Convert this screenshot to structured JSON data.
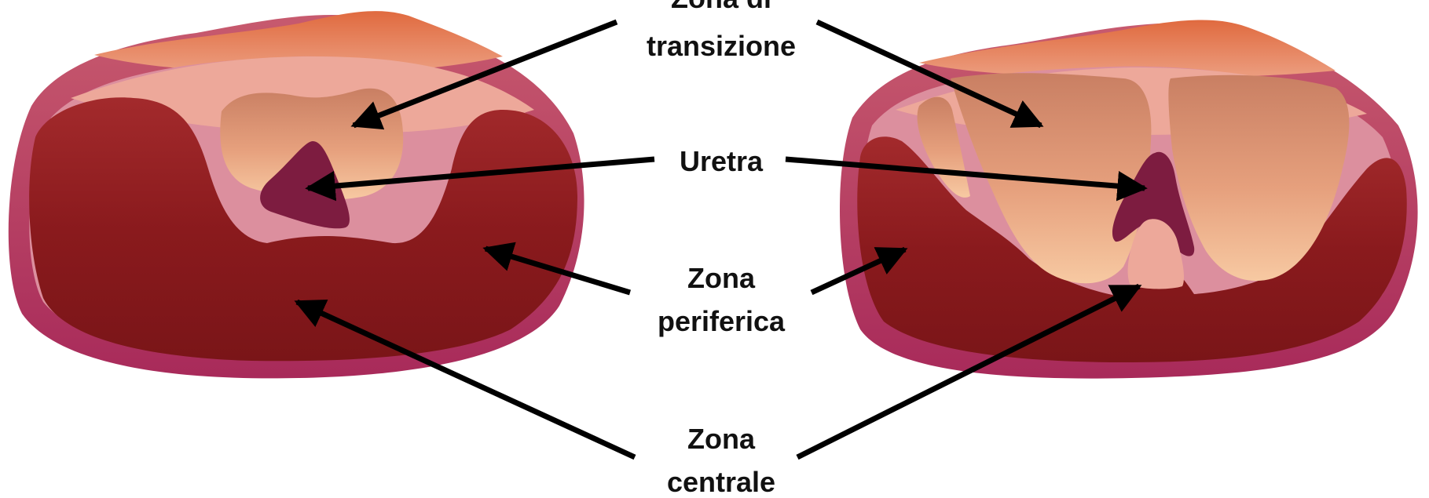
{
  "labels": {
    "transition_zone": [
      "Zona di",
      "transizione"
    ],
    "urethra": [
      "Uretra"
    ],
    "peripheral_zone": [
      "Zona",
      "periferica"
    ],
    "central_zone": [
      "Zona",
      "centrale"
    ]
  },
  "colors": {
    "background": "#ffffff",
    "capsule_outer": "#b23a64",
    "capsule_inner": "#dc8f9e",
    "top_fat_layer": "#ea8a5e",
    "anterior_stroma": "#eda89a",
    "peripheral_zone": "#8c1a1f",
    "transition_zone": "#e6a785",
    "urethra": "#7d1c40",
    "arrow": "#000000"
  }
}
